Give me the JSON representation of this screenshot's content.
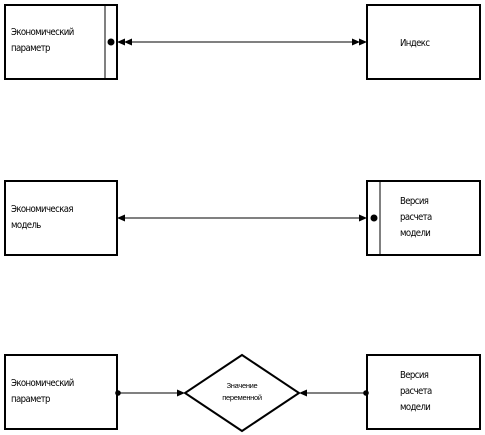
{
  "diagram": {
    "row1": {
      "left_entity": {
        "line1": "Экономический",
        "line2": "параметр"
      },
      "right_entity": {
        "line1": "Индекс"
      }
    },
    "row2": {
      "left_entity": {
        "line1": "Экономическая",
        "line2": "модель"
      },
      "right_entity": {
        "line1": "Версия",
        "line2": "расчета",
        "line3": "модели"
      }
    },
    "row3": {
      "left_entity": {
        "line1": "Экономический",
        "line2": "параметр"
      },
      "relationship": {
        "line1": "Значение",
        "line2": "переменной"
      },
      "right_entity": {
        "line1": "Версия",
        "line2": "расчета",
        "line3": "модели"
      }
    },
    "colors": {
      "stroke": "#000000",
      "background": "#ffffff"
    }
  }
}
